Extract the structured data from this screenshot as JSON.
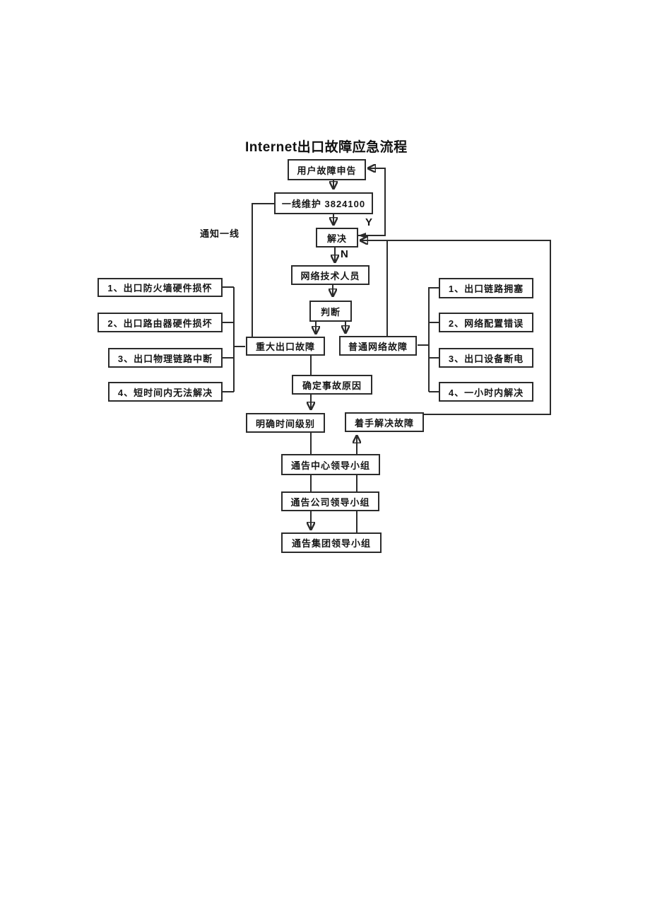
{
  "title": "Internet出口故障应急流程",
  "nodes": {
    "user_report": "用户故障申告",
    "first_line": "一线维护 3824100",
    "resolve": "解决",
    "tech_staff": "网络技术人员",
    "judge": "判断",
    "major_fault": "重大出口故障",
    "common_fault": "普通网络故障",
    "determine_cause": "确定事故原因",
    "time_level": "明确时间级别",
    "start_solving": "着手解决故障",
    "notify_center": "通告中心领导小组",
    "notify_company": "通告公司领导小组",
    "notify_group": "通告集团领导小组"
  },
  "edge_labels": {
    "yes": "Y",
    "no": "N",
    "notify_first_line": "通知一线"
  },
  "major_fault_causes": [
    "1、出口防火墙硬件损怀",
    "2、出口路由器硬件损坏",
    "3、出口物理链路中断",
    "4、短时间内无法解决"
  ],
  "common_fault_causes": [
    "1、出口链路拥塞",
    "2、网络配置错误",
    "3、出口设备断电",
    "4、一小时内解决"
  ],
  "colors": {
    "line": "#2b2b2b",
    "text": "#161616",
    "background": "#ffffff"
  }
}
